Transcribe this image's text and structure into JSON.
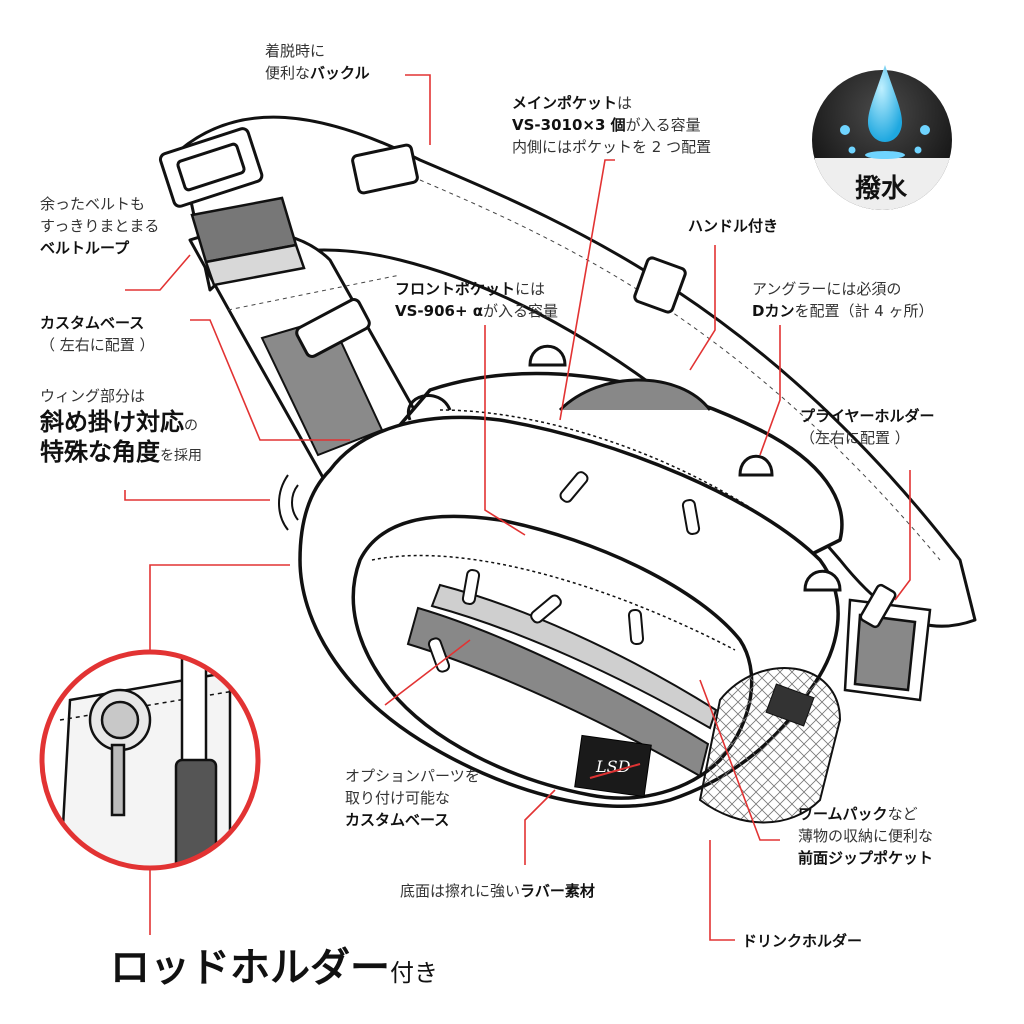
{
  "badge": {
    "text": "撥水",
    "icon": "water-drop-icon"
  },
  "labels": {
    "buckle": {
      "line1": "着脱時に",
      "line2_plain": "便利な",
      "line2_bold": "バックル"
    },
    "main_pocket": {
      "line1_bold": "メインポケット",
      "line1_plain": "は",
      "line2_bold": "VS-3010×3 個",
      "line2_plain": "が入る容量",
      "line3": "内側にはポケットを 2 つ配置"
    },
    "belt_loop": {
      "line1": "余ったベルトも",
      "line2": "すっきりまとまる",
      "line3_bold": "ベルトループ"
    },
    "handle": {
      "text": "ハンドル付き"
    },
    "custom_base_side": {
      "line1": "カスタムベース",
      "line2": "（ 左右に配置 ）"
    },
    "front_pocket": {
      "line1_bold": "フロントポケット",
      "line1_plain": "には",
      "line2_bold": "VS-906+ α",
      "line2_plain": "が入る容量"
    },
    "d_ring": {
      "line1": "アングラーには必須の",
      "line2_bold": "Dカン",
      "line2_plain": "を配置（計 4 ヶ所）"
    },
    "wing": {
      "line1": "ウィング部分は",
      "line2_bold": "斜め掛け対応",
      "line2_small": "の",
      "line3_bold": "特殊な角度",
      "line3_small": "を採用"
    },
    "plier": {
      "line1": "プライヤーホルダー",
      "line2": "（左右に配置 ）"
    },
    "option_base": {
      "line1": "オプションパーツを",
      "line2": "取り付け可能な",
      "line3_bold": "カスタムベース"
    },
    "worm_pack": {
      "line1_bold": "ワームパック",
      "line1_plain": "など",
      "line2": "薄物の収納に便利な",
      "line3_bold": "前面ジップポケット"
    },
    "rubber": {
      "plain": "底面は擦れに強い",
      "bold": "ラバー素材"
    },
    "drink": {
      "text": "ドリンクホルダー"
    },
    "rod_holder": {
      "bold": "ロッドホルダー",
      "plain": "付き"
    }
  },
  "logo": {
    "text": "LSD"
  },
  "colors": {
    "accent_line": "#e23333",
    "badge_bg": "#1a1a1a",
    "water": "#38bff0",
    "panel_gray": "#9a9a9a"
  }
}
